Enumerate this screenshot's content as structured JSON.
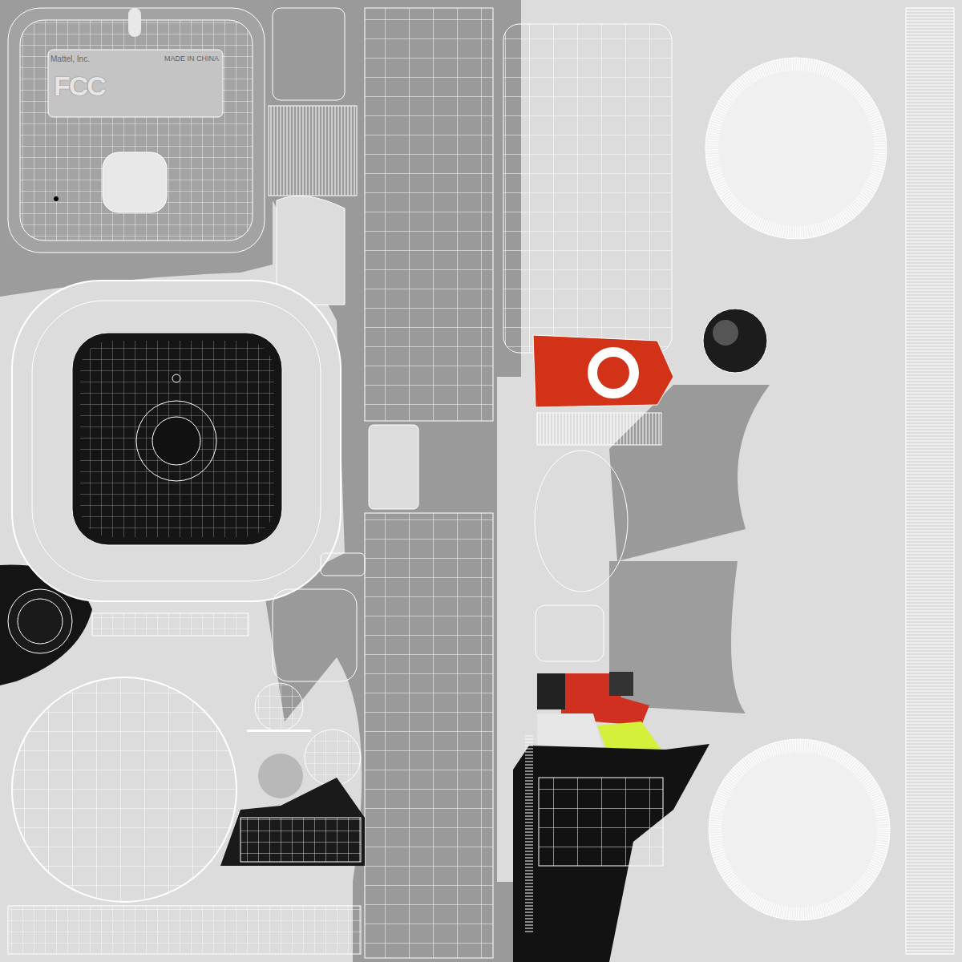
{
  "diagram": {
    "labels": [
      "Mattel, Inc.",
      "MADE IN CHINA",
      "FCC"
    ]
  }
}
